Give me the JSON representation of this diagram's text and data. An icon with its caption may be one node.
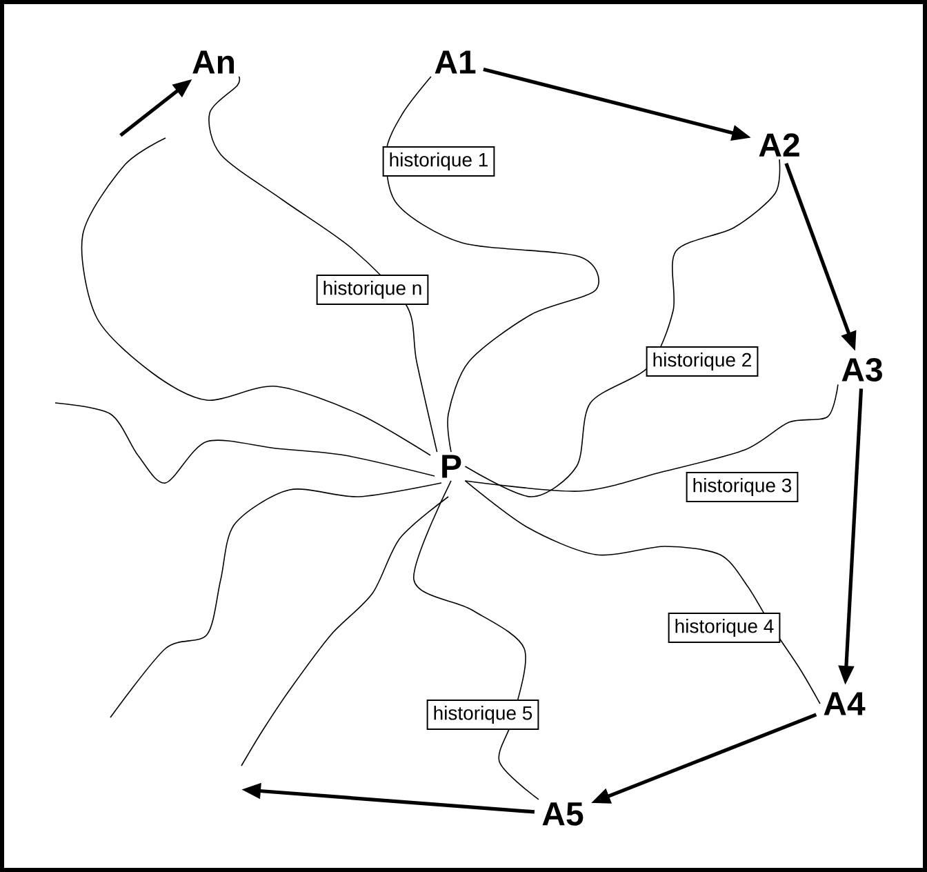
{
  "diagram": {
    "nodes": [
      {
        "text": [
          "An"
        ]
      },
      {
        "text": [
          "A1"
        ]
      },
      {
        "text": [
          "A2"
        ]
      },
      {
        "text": [
          "A3"
        ]
      },
      {
        "text": [
          "P"
        ]
      },
      {
        "text": [
          "A4"
        ]
      },
      {
        "text": [
          "A5"
        ]
      }
    ],
    "edges": [
      {
        "from": 1,
        "to": 2,
        "arrow": "to",
        "style": "thick"
      },
      {
        "from": 2,
        "to": 3,
        "arrow": "to",
        "style": "thick"
      },
      {
        "from": 3,
        "to": 5,
        "arrow": "to",
        "style": "thick"
      },
      {
        "from": 5,
        "to": 6,
        "arrow": "to",
        "style": "thick"
      },
      {
        "from": 6,
        "to": null,
        "arrow": "to",
        "style": "thick"
      },
      {
        "from": null,
        "to": 0,
        "arrow": "to",
        "style": "thick"
      },
      {
        "from": 4,
        "to": 1,
        "arrow": "none",
        "label": "historique 1"
      },
      {
        "from": 4,
        "to": 0,
        "arrow": "none",
        "label": "historique n"
      },
      {
        "from": 4,
        "to": 2,
        "arrow": "none",
        "label": "historique 2"
      },
      {
        "from": 4,
        "to": 3,
        "arrow": "none",
        "label": "historique 3"
      },
      {
        "from": 4,
        "to": 5,
        "arrow": "none",
        "label": "historique 4"
      },
      {
        "from": 4,
        "to": 6,
        "arrow": "none",
        "label": "historique 5"
      }
    ]
  }
}
